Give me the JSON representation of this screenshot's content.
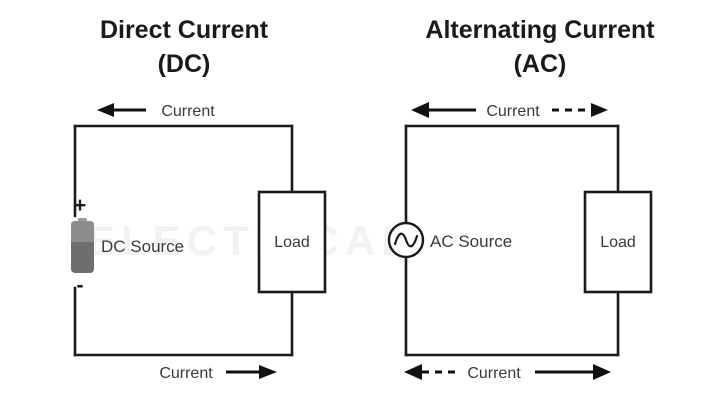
{
  "figure": {
    "background_color": "#ffffff",
    "line_color": "#1a1a1a",
    "text_color": "#3a3a3a",
    "watermark": "ELECTRICAL"
  },
  "panels": {
    "dc": {
      "title_line1": "Direct Current",
      "title_line2": "(DC)",
      "source_label": "DC Source",
      "load_label": "Load",
      "plus_sign": "+",
      "minus_sign": "-",
      "top_current_label": "Current",
      "bottom_current_label": "Current",
      "top_arrow_direction": "left",
      "bottom_arrow_direction": "right",
      "top_arrow_style": "solid",
      "bottom_arrow_style": "solid",
      "source_type": "battery",
      "battery_color_body": "#6e6e6e",
      "battery_color_top": "#8d8d8d"
    },
    "ac": {
      "title_line1": "Alternating Current",
      "title_line2": "(AC)",
      "source_label": "AC Source",
      "load_label": "Load",
      "top_current_label": "Current",
      "bottom_current_label": "Current",
      "top_left_arrow_style": "solid",
      "top_right_arrow_style": "dashed",
      "bottom_left_arrow_style": "dashed",
      "bottom_right_arrow_style": "solid",
      "source_type": "sine-circle"
    }
  }
}
